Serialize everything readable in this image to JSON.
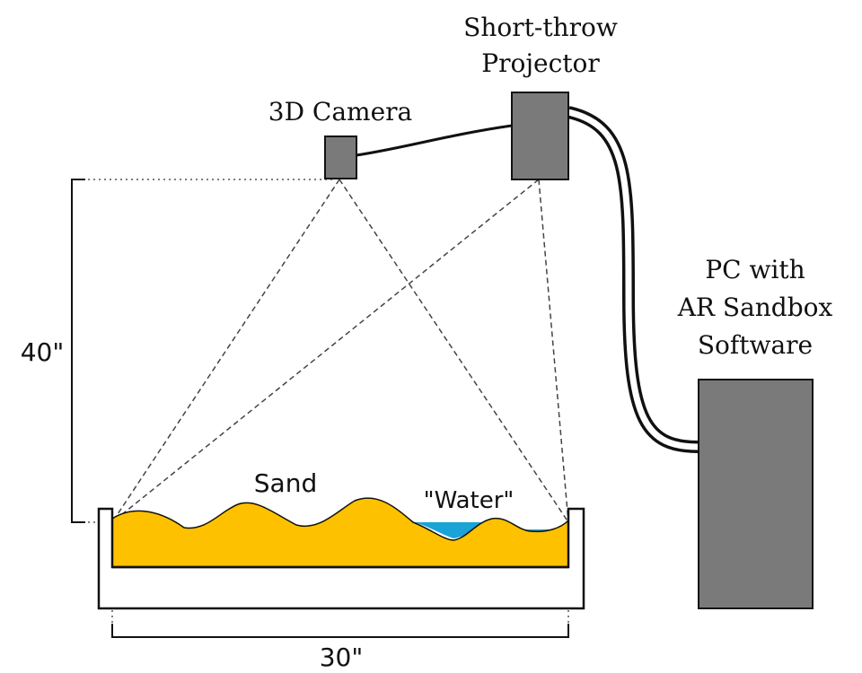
{
  "labels": {
    "projector": [
      "Short-throw",
      "Projector"
    ],
    "camera": "3D Camera",
    "pc": [
      "PC with",
      "AR Sandbox",
      "Software"
    ],
    "sand": "Sand",
    "water": "\"Water\"",
    "height": "40\"",
    "width": "30\""
  },
  "colors": {
    "device": "#7a7a7a",
    "sand": "#fdc100",
    "water": "#1aa3d6",
    "outline": "#111111"
  }
}
